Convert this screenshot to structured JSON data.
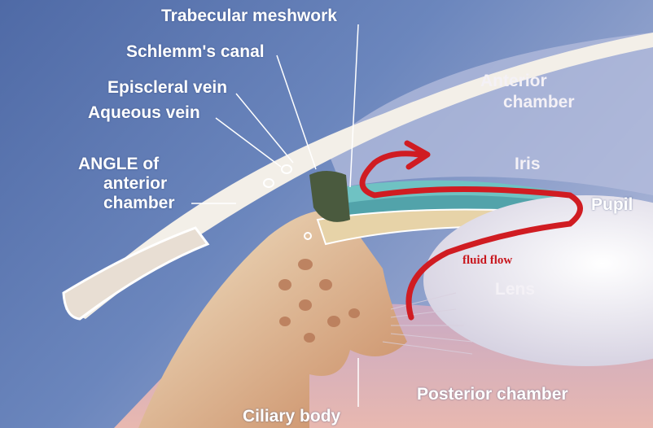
{
  "labels": {
    "trabecular": "Trabecular meshwork",
    "schlemm": "Schlemm's canal",
    "episcleral": "Episcleral vein",
    "aqueous": "Aqueous vein",
    "angle_l1": "ANGLE of",
    "angle_l2": "anterior",
    "angle_l3": "chamber",
    "anterior_l1": "Anterior",
    "anterior_l2": "chamber",
    "iris": "Iris",
    "pupil": "Pupil",
    "lens": "Lens",
    "fluid_flow": "fluid flow",
    "ciliary": "Ciliary body",
    "posterior": "Posterior chamber"
  },
  "colors": {
    "background": "#5b78b0",
    "flow_arrow": "#d01c22",
    "label_text": "#ffffff"
  }
}
